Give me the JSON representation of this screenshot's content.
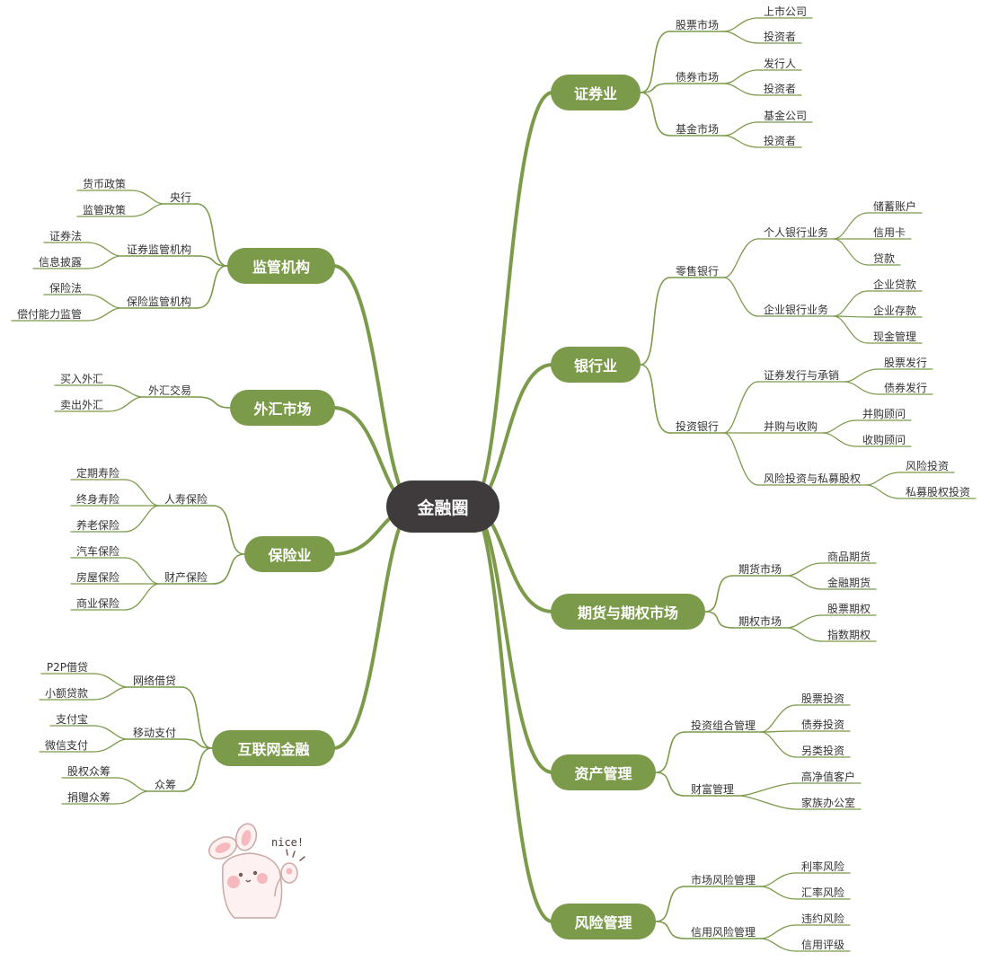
{
  "mindmap": {
    "root": "金融圈",
    "colors": {
      "branch": "#7b9a4a",
      "root_bg": "#3f3a3c",
      "line": "#7b9a4a",
      "text": "#333333"
    },
    "right": [
      {
        "label": "证券业",
        "children": [
          {
            "label": "股票市场",
            "children": [
              {
                "label": "上市公司"
              },
              {
                "label": "投资者"
              }
            ]
          },
          {
            "label": "债券市场",
            "children": [
              {
                "label": "发行人"
              },
              {
                "label": "投资者"
              }
            ]
          },
          {
            "label": "基金市场",
            "children": [
              {
                "label": "基金公司"
              },
              {
                "label": "投资者"
              }
            ]
          }
        ]
      },
      {
        "label": "银行业",
        "children": [
          {
            "label": "零售银行",
            "children": [
              {
                "label": "个人银行业务",
                "children": [
                  {
                    "label": "储蓄账户"
                  },
                  {
                    "label": "信用卡"
                  },
                  {
                    "label": "贷款"
                  }
                ]
              },
              {
                "label": "企业银行业务",
                "children": [
                  {
                    "label": "企业贷款"
                  },
                  {
                    "label": "企业存款"
                  },
                  {
                    "label": "现金管理"
                  }
                ]
              }
            ]
          },
          {
            "label": "投资银行",
            "children": [
              {
                "label": "证券发行与承销",
                "children": [
                  {
                    "label": "股票发行"
                  },
                  {
                    "label": "债券发行"
                  }
                ]
              },
              {
                "label": "并购与收购",
                "children": [
                  {
                    "label": "并购顾问"
                  },
                  {
                    "label": "收购顾问"
                  }
                ]
              },
              {
                "label": "风险投资与私募股权",
                "children": [
                  {
                    "label": "风险投资"
                  },
                  {
                    "label": "私募股权投资"
                  }
                ]
              }
            ]
          }
        ]
      },
      {
        "label": "期货与期权市场",
        "children": [
          {
            "label": "期货市场",
            "children": [
              {
                "label": "商品期货"
              },
              {
                "label": "金融期货"
              }
            ]
          },
          {
            "label": "期权市场",
            "children": [
              {
                "label": "股票期权"
              },
              {
                "label": "指数期权"
              }
            ]
          }
        ]
      },
      {
        "label": "资产管理",
        "children": [
          {
            "label": "投资组合管理",
            "children": [
              {
                "label": "股票投资"
              },
              {
                "label": "债券投资"
              },
              {
                "label": "另类投资"
              }
            ]
          },
          {
            "label": "财富管理",
            "children": [
              {
                "label": "高净值客户"
              },
              {
                "label": "家族办公室"
              }
            ]
          }
        ]
      },
      {
        "label": "风险管理",
        "children": [
          {
            "label": "市场风险管理",
            "children": [
              {
                "label": "利率风险"
              },
              {
                "label": "汇率风险"
              }
            ]
          },
          {
            "label": "信用风险管理",
            "children": [
              {
                "label": "违约风险"
              },
              {
                "label": "信用评级"
              }
            ]
          }
        ]
      }
    ],
    "left": [
      {
        "label": "监管机构",
        "children": [
          {
            "label": "央行",
            "children": [
              {
                "label": "货币政策"
              },
              {
                "label": "监管政策"
              }
            ]
          },
          {
            "label": "证券监管机构",
            "children": [
              {
                "label": "证券法"
              },
              {
                "label": "信息披露"
              }
            ]
          },
          {
            "label": "保险监管机构",
            "children": [
              {
                "label": "保险法"
              },
              {
                "label": "偿付能力监管"
              }
            ]
          }
        ]
      },
      {
        "label": "外汇市场",
        "children": [
          {
            "label": "外汇交易",
            "children": [
              {
                "label": "买入外汇"
              },
              {
                "label": "卖出外汇"
              }
            ]
          }
        ]
      },
      {
        "label": "保险业",
        "children": [
          {
            "label": "人寿保险",
            "children": [
              {
                "label": "定期寿险"
              },
              {
                "label": "终身寿险"
              },
              {
                "label": "养老保险"
              }
            ]
          },
          {
            "label": "财产保险",
            "children": [
              {
                "label": "汽车保险"
              },
              {
                "label": "房屋保险"
              },
              {
                "label": "商业保险"
              }
            ]
          }
        ]
      },
      {
        "label": "互联网金融",
        "children": [
          {
            "label": "网络借贷",
            "children": [
              {
                "label": "P2P借贷"
              },
              {
                "label": "小额贷款"
              }
            ]
          },
          {
            "label": "移动支付",
            "children": [
              {
                "label": "支付宝"
              },
              {
                "label": "微信支付"
              }
            ]
          },
          {
            "label": "众筹",
            "children": [
              {
                "label": "股权众筹"
              },
              {
                "label": "捐赠众筹"
              }
            ]
          }
        ]
      }
    ]
  },
  "sticker": {
    "text": "nice!",
    "icon": "bunny-sticker-icon"
  }
}
